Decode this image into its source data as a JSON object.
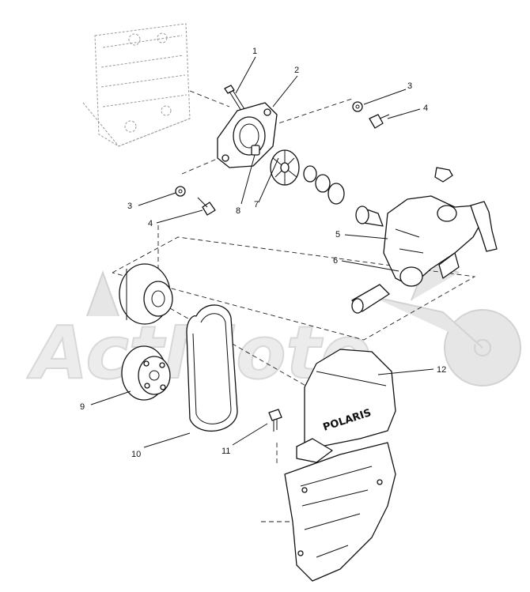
{
  "diagram": {
    "callouts": [
      {
        "id": "c1",
        "label": "1"
      },
      {
        "id": "c2",
        "label": "2"
      },
      {
        "id": "c3a",
        "label": "3"
      },
      {
        "id": "c4a",
        "label": "4"
      },
      {
        "id": "c3b",
        "label": "3"
      },
      {
        "id": "c4b",
        "label": "4"
      },
      {
        "id": "c8",
        "label": "8"
      },
      {
        "id": "c7",
        "label": "7"
      },
      {
        "id": "c5",
        "label": "5"
      },
      {
        "id": "c6",
        "label": "6"
      },
      {
        "id": "c9",
        "label": "9"
      },
      {
        "id": "c10",
        "label": "10"
      },
      {
        "id": "c11",
        "label": "11"
      },
      {
        "id": "c12",
        "label": "12"
      }
    ],
    "cover_brand": "POLARIS"
  },
  "colors": {
    "line": "#111111",
    "watermark": "#e6e6e6"
  },
  "icons": {
    "watermark": "motorcycle-logo-watermark"
  }
}
